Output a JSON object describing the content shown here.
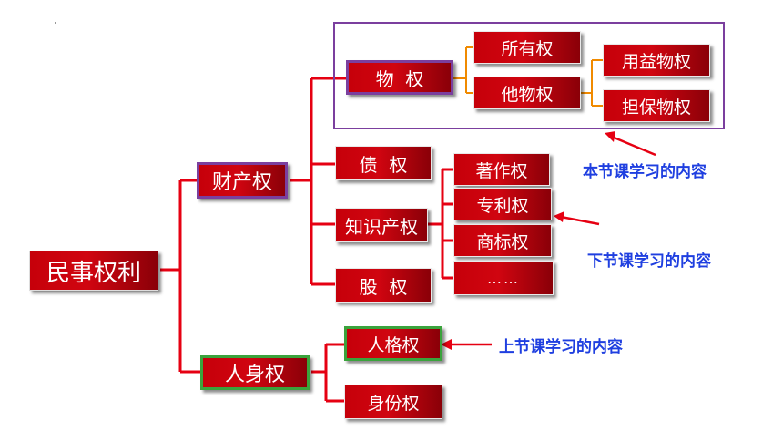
{
  "colors": {
    "box_red": "#c6000a",
    "connector_red": "#e60012",
    "purple_border": "#7b3f9e",
    "green_border": "#3aa33c",
    "note_blue": "#1f3fe0"
  },
  "root": {
    "label": "民事权利"
  },
  "property_rights": {
    "label": "财产权",
    "real_rights": {
      "label": "物  权",
      "ownership": "所有权",
      "other_real_rights": "他物权",
      "usufruct": "用益物权",
      "security": "担保物权"
    },
    "creditor_rights": "债  权",
    "intellectual_property": {
      "label": "知识产权",
      "copyright": "著作权",
      "patent": "专利权",
      "trademark": "商标权",
      "etc": "……"
    },
    "equity": "股  权"
  },
  "personal_rights": {
    "label": "人身权",
    "personality": "人格权",
    "identity": "身份权"
  },
  "notes": {
    "this_lesson": "本节课学习的内容",
    "next_lesson": "下节课学习的内容",
    "previous_lesson": "上节课学习的内容"
  }
}
